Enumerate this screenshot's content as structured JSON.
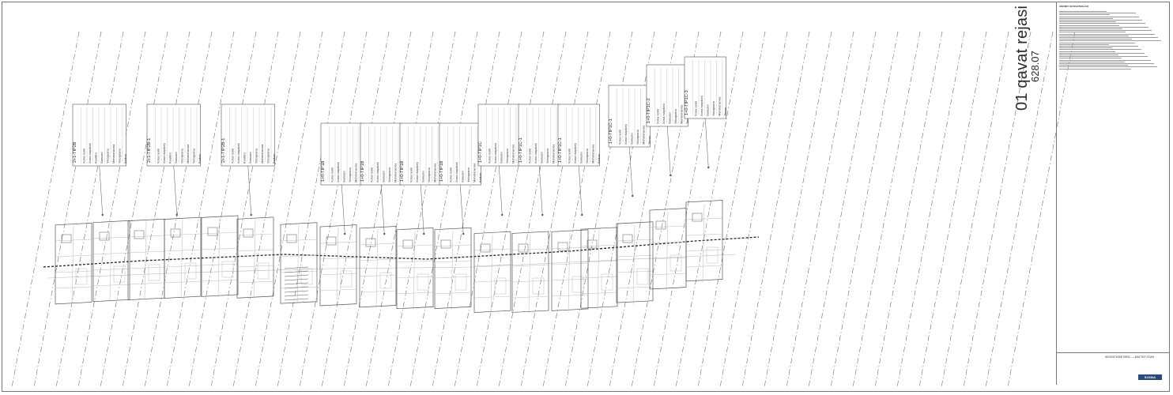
{
  "drawing": {
    "title": "01 qavat rejasi",
    "level": "628.07",
    "notes_header": "UMUMIY KO'RSATMALAR",
    "project_line": "ЖИЛОЙ КОМПЛЕКС — МАСТЕР-ПЛАН",
    "logo_text": "SIGMA"
  },
  "unit_tables": [
    {
      "code": "2+1-TIP2B",
      "rows": [
        "Xona nomi",
        "Xona maydoni",
        "Kvartira",
        "Sanuzel",
        "Yotoqxona",
        "Mehmonxona",
        "Yotoqxona",
        "Balkon"
      ]
    },
    {
      "code": "2+1-TIP2B-1",
      "rows": [
        "Xona nomi",
        "Xona maydoni",
        "Kvartira",
        "Sanuzel",
        "Yotoqxona",
        "Mehmonxona",
        "Yotoqxona",
        "Balkon"
      ]
    },
    {
      "code": "2+1-TIP2B-1",
      "rows": [
        "Xona nomi",
        "Xona maydoni",
        "Kvartira",
        "Sanuzel",
        "Yotoqxona",
        "Mehmonxona",
        "Yotoqxona",
        "Balkon"
      ]
    },
    {
      "code": "1+0-TIP1B",
      "rows": [
        "Xona nomi",
        "Xona maydoni",
        "Sanuzel",
        "Yotoqxona",
        "Mehmonxona",
        "Balkon"
      ]
    },
    {
      "code": "1+0-TIP1B",
      "rows": [
        "Xona nomi",
        "Xona maydoni",
        "Sanuzel",
        "Yotoqxona",
        "Mehmonxona",
        "Balkon"
      ]
    },
    {
      "code": "1+0-TIP1B",
      "rows": [
        "Xona nomi",
        "Xona maydoni",
        "Sanuzel",
        "Yotoqxona",
        "Mehmonxona",
        "Balkon"
      ]
    },
    {
      "code": "1+0-TIP1B",
      "rows": [
        "Xona nomi",
        "Xona maydoni",
        "Sanuzel",
        "Yotoqxona",
        "Mehmonxona",
        "Balkon"
      ]
    },
    {
      "code": "1+0-TIP1C",
      "rows": [
        "Xona nomi",
        "Xona maydoni",
        "Sanuzel",
        "Yotoqxona",
        "Mehmonxona",
        "Balkon"
      ]
    },
    {
      "code": "1+0-TIP1C-1",
      "rows": [
        "Xona nomi",
        "Xona maydoni",
        "Sanuzel",
        "Yotoqxona",
        "Mehmonxona",
        "Balkon"
      ]
    },
    {
      "code": "1+0-TIP1C-1",
      "rows": [
        "Xona nomi",
        "Xona maydoni",
        "Sanuzel",
        "Yotoqxona",
        "Mehmonxona",
        "Balkon"
      ]
    },
    {
      "code": "1+0-TIP1C-1",
      "rows": [
        "Xona nomi",
        "Xona maydoni",
        "Sanuzel",
        "Yotoqxona",
        "Mehmonxona",
        "Terras"
      ]
    },
    {
      "code": "1+0-TIP1C-2",
      "rows": [
        "Xona nomi",
        "Xona maydoni",
        "Sanuzel",
        "Yotoqxona",
        "Mehmonxona",
        "Terras"
      ]
    },
    {
      "code": "1+0-TIP1C-3",
      "rows": [
        "Xona nomi",
        "Xona maydoni",
        "Sanuzel",
        "Yotoqxona",
        "Mehmonxona",
        "Terras"
      ]
    }
  ],
  "colors": {
    "line": "#555555",
    "dash": "#6d6d6d",
    "light": "#b9b9b9",
    "logo": "#2a4b73"
  }
}
